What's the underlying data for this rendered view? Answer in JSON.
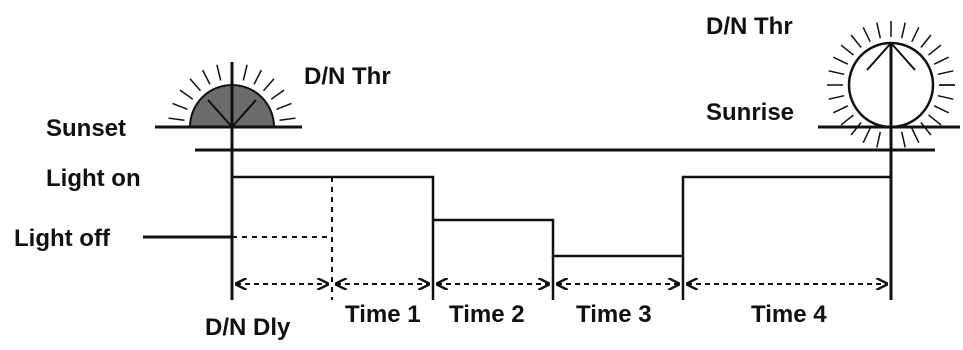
{
  "labels": {
    "dn_thr_sunset": "D/N Thr",
    "dn_thr_sunrise": "D/N Thr",
    "sunset": "Sunset",
    "sunrise": "Sunrise",
    "light_on": "Light on",
    "light_off": "Light off",
    "dn_dly": "D/N Dly",
    "time1": "Time 1",
    "time2": "Time 2",
    "time3": "Time 3",
    "time4": "Time 4"
  },
  "icons": {
    "sunset": "setting-sun-icon",
    "sunrise": "rising-sun-icon"
  },
  "colors": {
    "line": "#111111",
    "sunset_fill": "#6b6b6b",
    "sunrise_fill": "#ffffff"
  }
}
